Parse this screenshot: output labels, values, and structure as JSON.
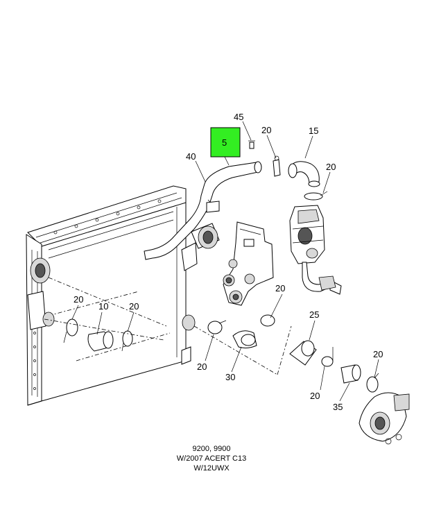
{
  "highlight_color": "#33ee22",
  "callouts": {
    "c45": "45",
    "c5": "5",
    "c20a": "20",
    "c15": "15",
    "c40": "40",
    "c20b": "20",
    "c20c": "20",
    "c10": "10",
    "c20d": "20",
    "c20e": "20",
    "c25": "25",
    "c20f": "20",
    "c30": "30",
    "c20g": "20",
    "c20h": "20",
    "c35": "35"
  },
  "caption": {
    "line1": "9200, 9900",
    "line2": "W/2007 ACERT C13",
    "line3": "W/12UWX"
  }
}
